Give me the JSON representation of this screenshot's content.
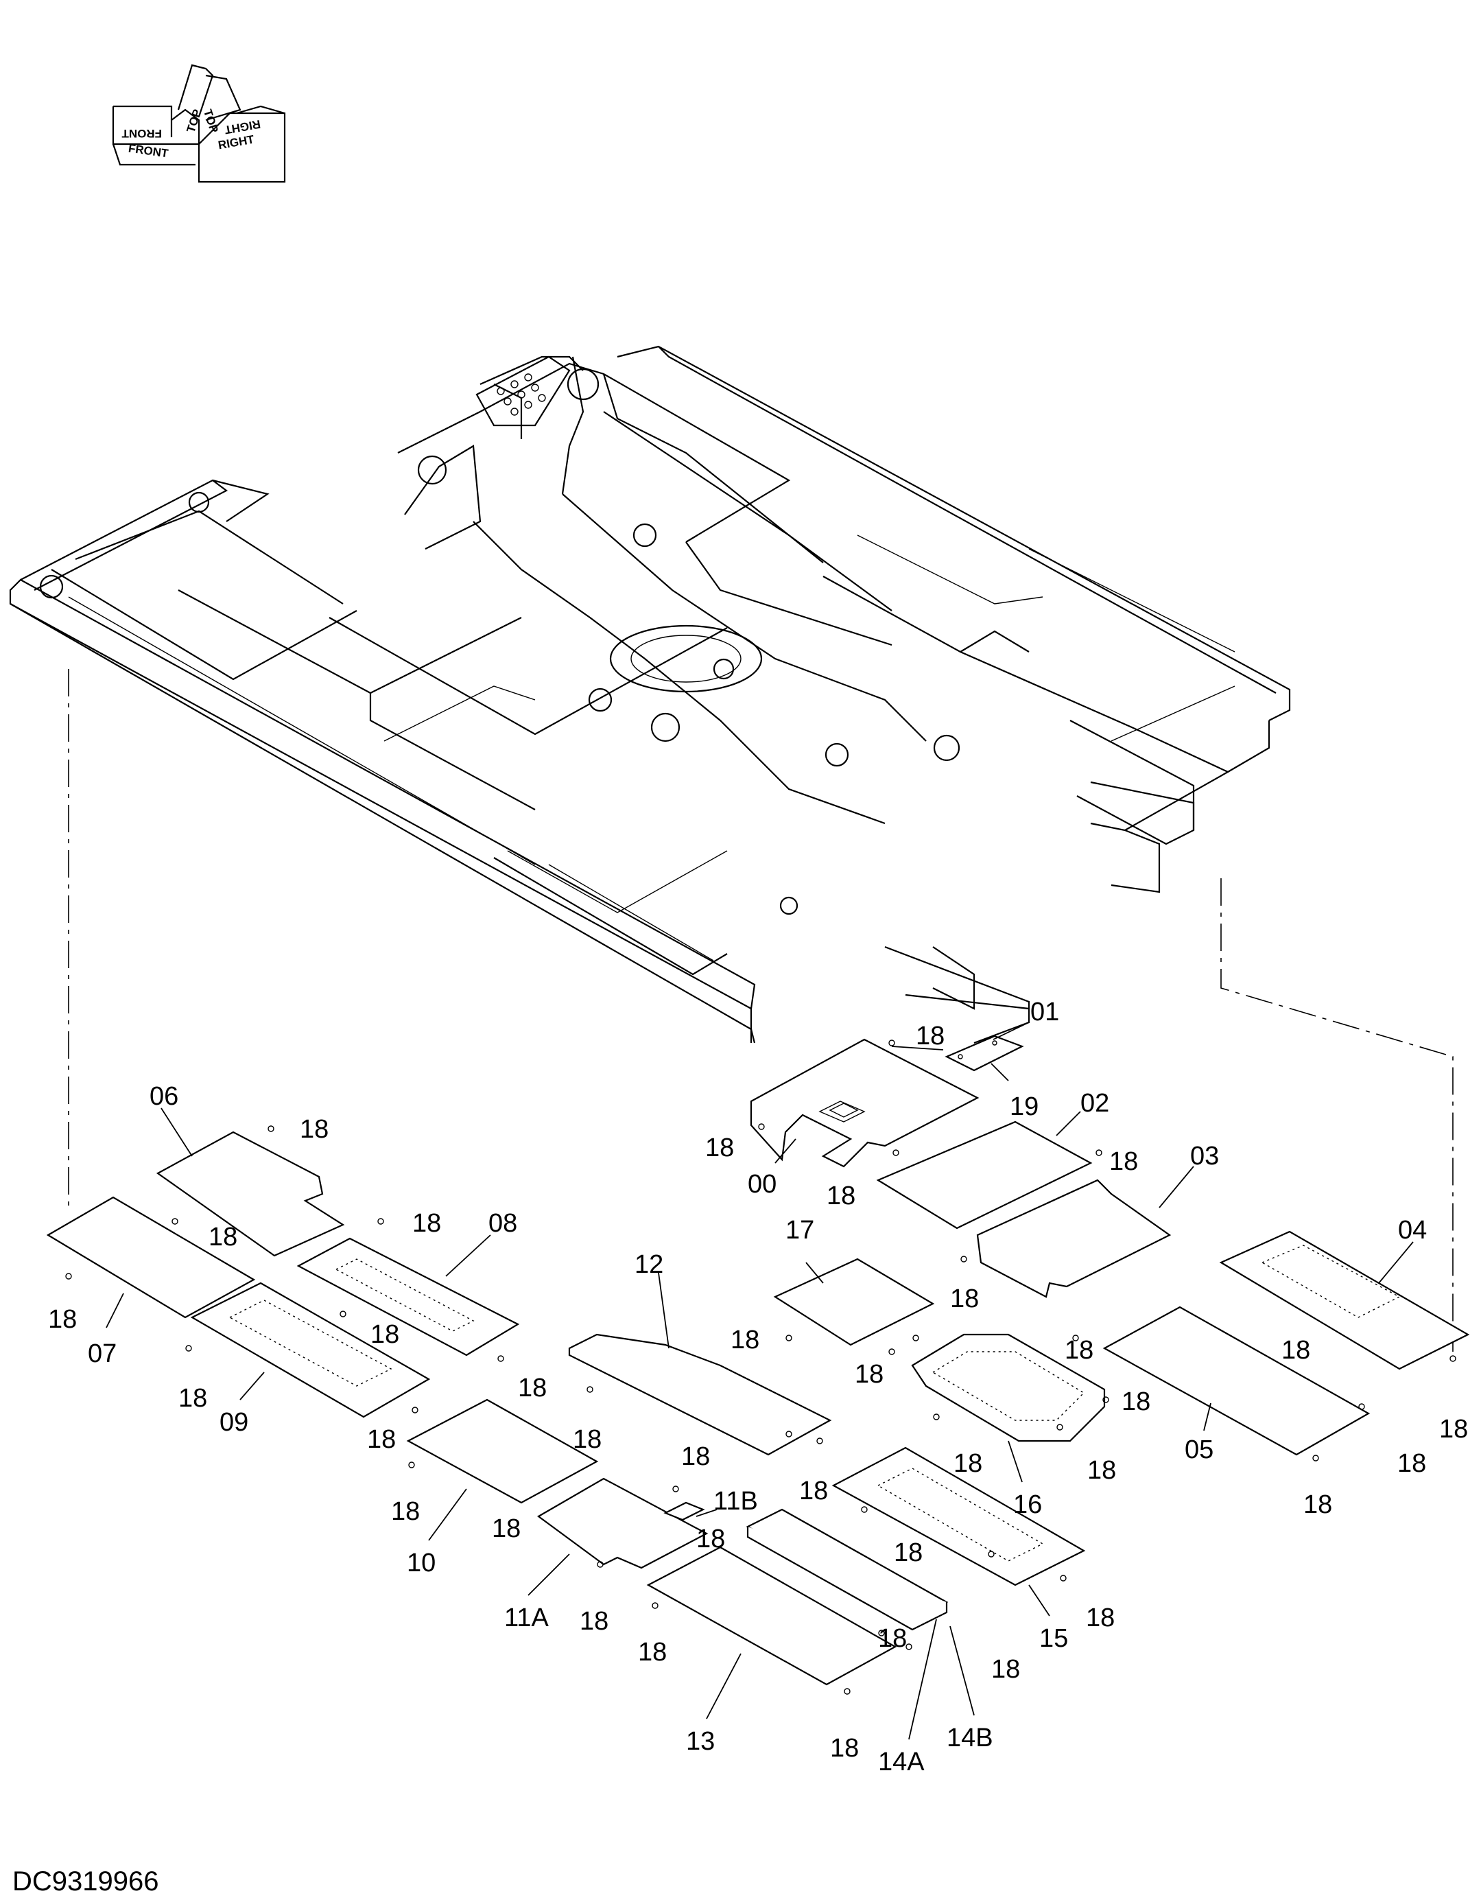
{
  "orientation": {
    "top": "TOP",
    "front": "FRONT",
    "right": "RIGHT"
  },
  "drawing_code": "DC9319966",
  "labels": {
    "p00": "00",
    "p01": "01",
    "p02": "02",
    "p03": "03",
    "p04": "04",
    "p05": "05",
    "p06": "06",
    "p07": "07",
    "p08": "08",
    "p09": "09",
    "p10": "10",
    "p11A": "11A",
    "p11B": "11B",
    "p12": "12",
    "p13": "13",
    "p14A": "14A",
    "p14B": "14B",
    "p15": "15",
    "p16": "16",
    "p17": "17",
    "p19": "19",
    "bolt": "18"
  },
  "colors": {
    "line": "#000000",
    "background": "#ffffff"
  }
}
